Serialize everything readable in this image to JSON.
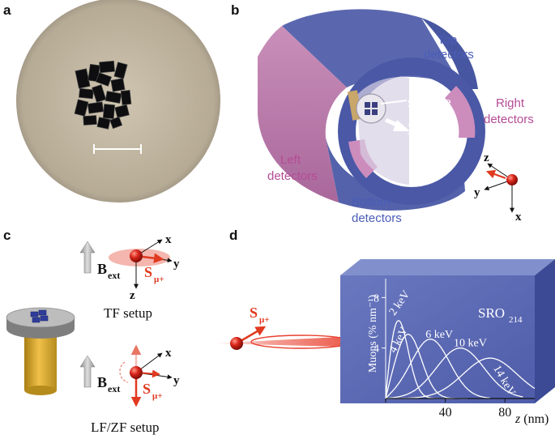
{
  "panels": {
    "a": "a",
    "b": "b",
    "c": "c",
    "d": "d"
  },
  "detectors": {
    "top": [
      "Top",
      "detectors"
    ],
    "right": [
      "Right",
      "detectors"
    ],
    "left": [
      "Left",
      "detectors"
    ],
    "bottom": [
      "Bottom",
      "detectors"
    ]
  },
  "labels": {
    "sample": "sample",
    "bext_main": "B",
    "bext_sub": "ext",
    "spin_main": "S",
    "spin_sub": "μ+",
    "tf_setup": "TF setup",
    "lfzf_setup": "LF/ZF setup"
  },
  "axes_b": {
    "z": "z",
    "y": "y",
    "x": "x"
  },
  "axes_c_tf": {
    "x": "x",
    "y": "y",
    "z": "z"
  },
  "axes_c_lf": {
    "x": "x",
    "y": "y"
  },
  "chart_data": {
    "type": "line",
    "title_main": "SRO",
    "title_sub": "214",
    "xlabel_var": "z",
    "xlabel_unit": " (nm)",
    "ylabel": "Muons (% nm⁻¹)",
    "xlim": [
      0,
      100
    ],
    "ylim": [
      0,
      9.5
    ],
    "xticks": [
      0,
      40,
      80
    ],
    "xtick_labels": [
      "",
      "40",
      "80"
    ],
    "yticks": [
      4,
      8
    ],
    "ytick_labels": [
      "4",
      "8"
    ],
    "series": [
      {
        "name": "2 keV",
        "peak_x": 8,
        "peak_y": 6.4,
        "sigma": 7,
        "x_max": 45
      },
      {
        "name": "4 keV",
        "peak_x": 15,
        "peak_y": 5.1,
        "sigma": 9,
        "x_max": 55
      },
      {
        "name": "6 keV",
        "peak_x": 30,
        "peak_y": 4.7,
        "sigma": 13,
        "x_max": 70
      },
      {
        "name": "10 keV",
        "peak_x": 50,
        "peak_y": 4.0,
        "sigma": 16,
        "x_max": 92
      },
      {
        "name": "14 keV",
        "peak_x": 70,
        "peak_y": 3.2,
        "sigma": 18,
        "x_max": 100
      }
    ]
  }
}
